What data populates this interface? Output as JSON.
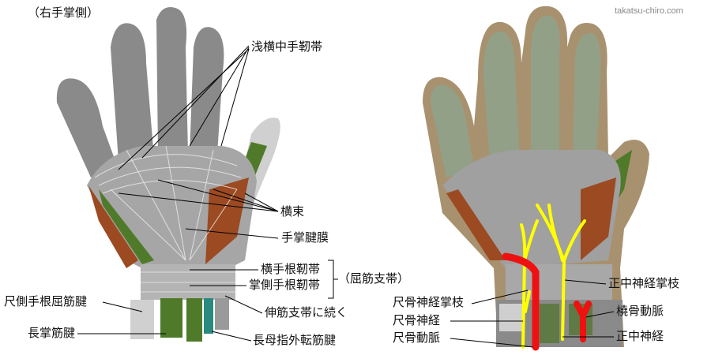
{
  "title": "（右手掌側）",
  "site": "takatsu-chiro.com",
  "left_labels": {
    "superficial_transverse_metacarpal_lig": "浅横中手靭帯",
    "transverse_fascicles": "横束",
    "palmar_aponeurosis": "手掌腱膜",
    "transverse_carpal_lig": "横手根靭帯",
    "palmar_carpal_lig": "掌側手根靭帯",
    "flexor_retinaculum": "（屈筋支帯）",
    "continues_extensor_retinaculum": "伸筋支帯に続く",
    "apl_tendon": "長母指外転筋腱",
    "fcu_tendon": "尺側手根屈筋腱",
    "pl_tendon": "長掌筋腱"
  },
  "right_labels": {
    "median_palmar_branch": "正中神経掌枝",
    "radial_artery": "橈骨動脈",
    "median_nerve": "正中神経",
    "ulnar_palmar_branch": "尺骨神経掌枝",
    "ulnar_nerve": "尺骨神経",
    "ulnar_artery": "尺骨動脈"
  },
  "colors": {
    "nerve": "#ffff00",
    "artery": "#ee1111",
    "muscle": "#a0522d",
    "tendon": "#5a8a3a",
    "fascia": "#9a9a9a",
    "skin": "#a08a6a"
  }
}
